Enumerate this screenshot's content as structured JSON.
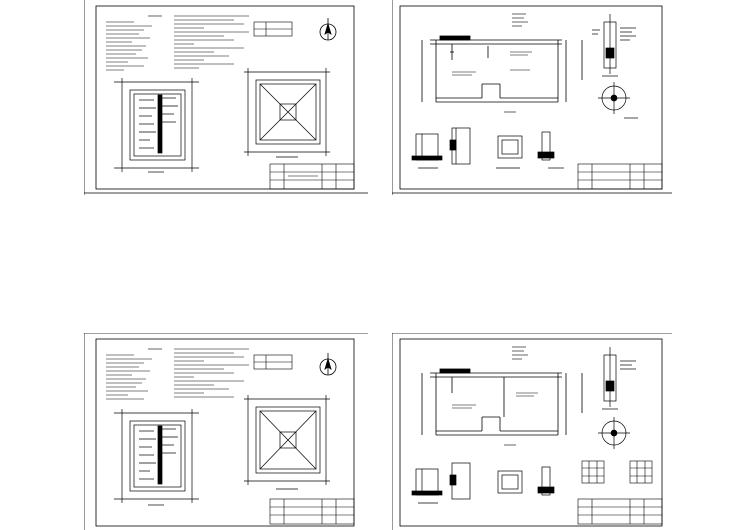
{
  "sheets": [
    {
      "id": "sheet-1",
      "kind": "plan"
    },
    {
      "id": "sheet-2",
      "kind": "section"
    },
    {
      "id": "sheet-3",
      "kind": "plan"
    },
    {
      "id": "sheet-4",
      "kind": "section"
    }
  ],
  "colors": {
    "line": "#000000",
    "background": "#ffffff"
  }
}
